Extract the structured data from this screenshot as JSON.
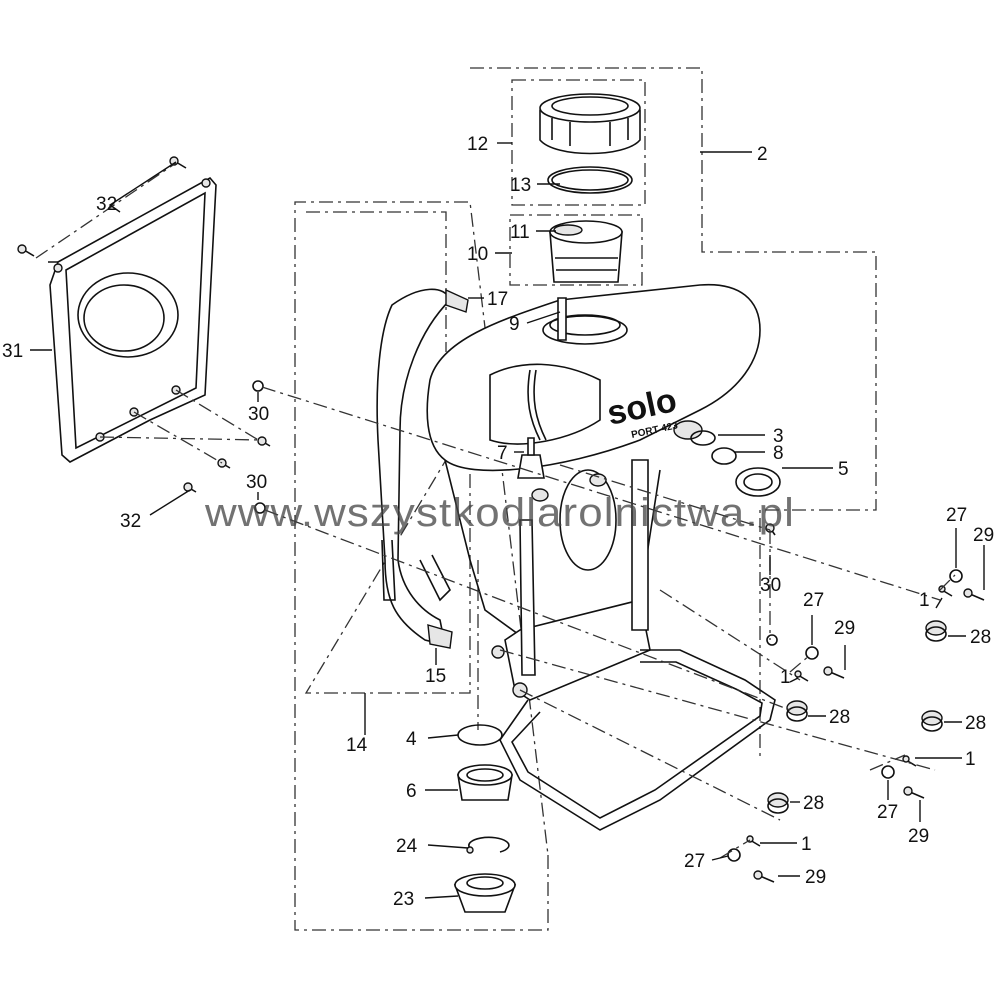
{
  "brand": {
    "name": "solo",
    "model": "PORT 423"
  },
  "watermark": "www.wszystkodlarolnictwa.pl",
  "callouts": [
    {
      "id": "c2",
      "text": "2"
    },
    {
      "id": "c12",
      "text": "12"
    },
    {
      "id": "c13",
      "text": "13"
    },
    {
      "id": "c11",
      "text": "11"
    },
    {
      "id": "c10",
      "text": "10"
    },
    {
      "id": "c17",
      "text": "17"
    },
    {
      "id": "c9",
      "text": "9"
    },
    {
      "id": "c3",
      "text": "3"
    },
    {
      "id": "c8",
      "text": "8"
    },
    {
      "id": "c7",
      "text": "7"
    },
    {
      "id": "c5",
      "text": "5"
    },
    {
      "id": "c32a",
      "text": "32"
    },
    {
      "id": "c31",
      "text": "31"
    },
    {
      "id": "c30a",
      "text": "30"
    },
    {
      "id": "c30b",
      "text": "30"
    },
    {
      "id": "c32b",
      "text": "32"
    },
    {
      "id": "c30c",
      "text": "30"
    },
    {
      "id": "c27a",
      "text": "27"
    },
    {
      "id": "c29a",
      "text": "29"
    },
    {
      "id": "c1a",
      "text": "1"
    },
    {
      "id": "c28a",
      "text": "28"
    },
    {
      "id": "c27b",
      "text": "27"
    },
    {
      "id": "c29b",
      "text": "29"
    },
    {
      "id": "c1b",
      "text": "1"
    },
    {
      "id": "c28b",
      "text": "28"
    },
    {
      "id": "c28c",
      "text": "28"
    },
    {
      "id": "c1c",
      "text": "1"
    },
    {
      "id": "c27c",
      "text": "27"
    },
    {
      "id": "c29c",
      "text": "29"
    },
    {
      "id": "c15",
      "text": "15"
    },
    {
      "id": "c14",
      "text": "14"
    },
    {
      "id": "c4",
      "text": "4"
    },
    {
      "id": "c6",
      "text": "6"
    },
    {
      "id": "c28d",
      "text": "28"
    },
    {
      "id": "c1d",
      "text": "1"
    },
    {
      "id": "c24",
      "text": "24"
    },
    {
      "id": "c27d",
      "text": "27"
    },
    {
      "id": "c29d",
      "text": "29"
    },
    {
      "id": "c23",
      "text": "23"
    }
  ]
}
